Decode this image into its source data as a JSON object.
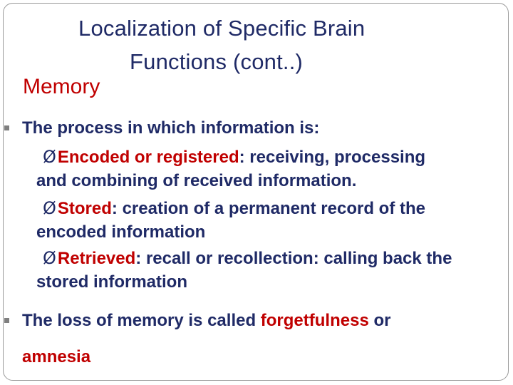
{
  "title": {
    "line1": "Localization of Specific Brain",
    "line2": "Functions (cont..)"
  },
  "subtitle": "Memory",
  "bullets": {
    "intro": "The process in which information is:",
    "arrow_glyph": "Ø",
    "sub1": {
      "term": "Encoded or registered",
      "rest": ":  receiving, processing",
      "cont": "and combining of received information."
    },
    "sub2": {
      "term": "Stored",
      "rest": ": creation of a permanent record of the",
      "cont": "encoded information"
    },
    "sub3": {
      "term": "Retrieved",
      "rest": ": recall or recollection: calling back the",
      "cont": "stored information"
    },
    "loss": {
      "prefix": "The loss of memory is called ",
      "term1": "forgetfulness",
      "mid": " or",
      "term2": "amnesia"
    }
  },
  "colors": {
    "title": "#1f2a66",
    "accent": "#c00000",
    "bullet": "#7f7f7f"
  }
}
